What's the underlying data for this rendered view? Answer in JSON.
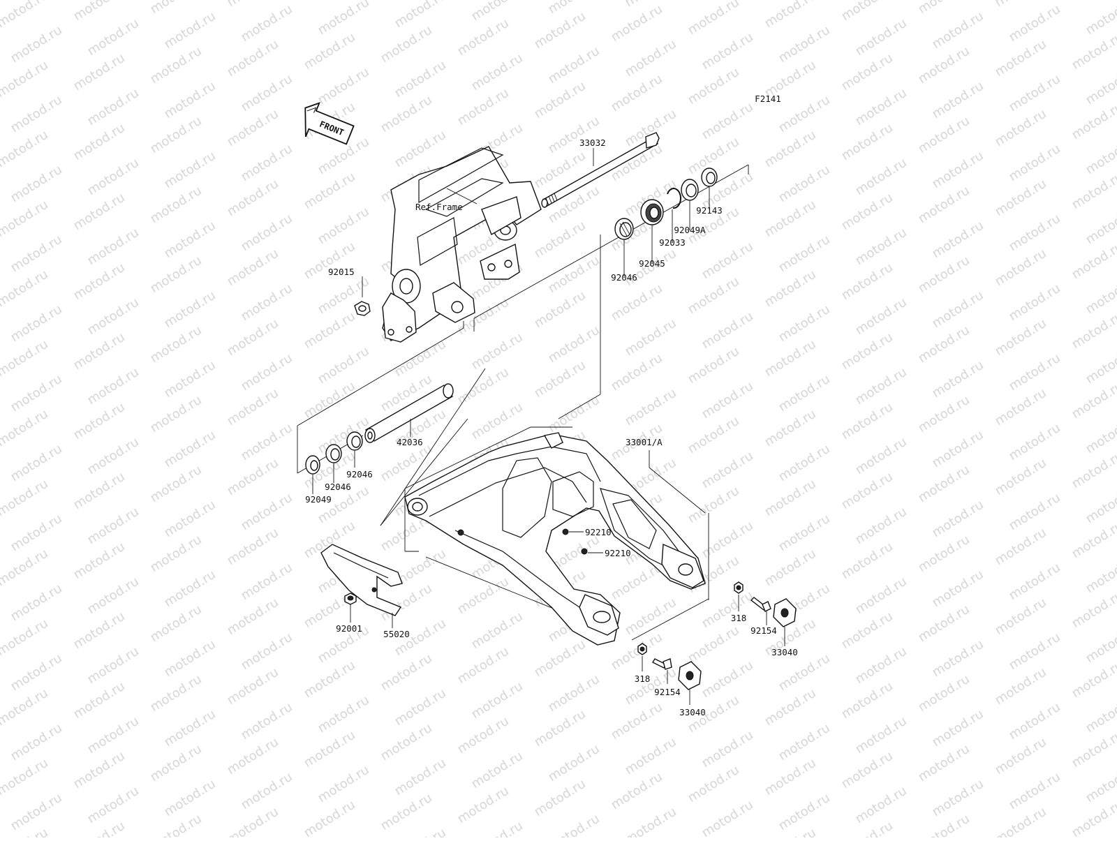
{
  "diagram_code": "F2141",
  "watermark": "motod.ru",
  "front_arrow": "FRONT",
  "parts": {
    "axle": "33032",
    "ref_frame": "Ref.Frame",
    "nut": "92015",
    "seal_right": "92143",
    "collar_right": "92049A",
    "circlip": "92033",
    "ball_bearing": "92045",
    "needle_upper": "92046",
    "sleeve": "42036",
    "needle_left_a": "92046",
    "needle_left_b": "92046",
    "seal_left": "92049",
    "swingarm": "33001/A",
    "cap_upper": "92210",
    "cap_lower": "92210",
    "chain_guide": "55020",
    "guide_bolt": "92001",
    "nut_right_upper": "318",
    "bolt_right_upper": "92154",
    "block_right_upper": "33040",
    "nut_right_lower": "318",
    "bolt_right_lower": "92154",
    "block_right_lower": "33040"
  }
}
